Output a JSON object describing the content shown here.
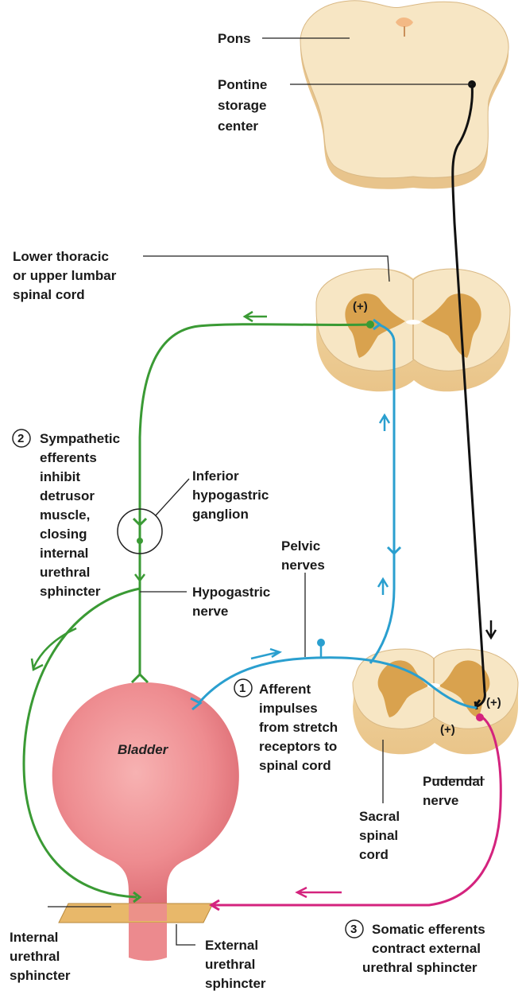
{
  "labels": {
    "pons": "Pons",
    "pontine": [
      "Pontine",
      "storage",
      "center"
    ],
    "lower_cord": [
      "Lower thoracic",
      "or upper lumbar",
      "spinal cord"
    ],
    "step2_number": "2",
    "sympathetic": [
      "Sympathetic",
      "efferents",
      "inhibit",
      "detrusor",
      "muscle,",
      "closing",
      "internal",
      "urethral",
      "sphincter"
    ],
    "inferior_ganglion": [
      "Inferior",
      "hypogastric",
      "ganglion"
    ],
    "pelvic": [
      "Pelvic",
      "nerves"
    ],
    "hypogastric": [
      "Hypogastric",
      "nerve"
    ],
    "step1_number": "1",
    "afferent": [
      "Afferent",
      "impulses",
      "from stretch",
      "receptors to",
      "spinal cord"
    ],
    "bladder": "Bladder",
    "pudendal": [
      "Pudendal",
      "nerve"
    ],
    "sacral": [
      "Sacral",
      "spinal",
      "cord"
    ],
    "plus": "(+)",
    "internal_sphincter": [
      "Internal",
      "urethral",
      "sphincter"
    ],
    "external_sphincter": [
      "External",
      "urethral",
      "sphincter"
    ],
    "step3_number": "3",
    "somatic": [
      "Somatic efferents",
      "contract external",
      "urethral sphincter"
    ]
  },
  "colors": {
    "sympathetic": "#3a9a34",
    "afferent": "#2a9fcf",
    "somatic": "#d4237e",
    "descending": "#111111",
    "tissue": "#f6e4c0",
    "gray_matter": "#d9a24e",
    "bladder": "#ef8b8f"
  }
}
